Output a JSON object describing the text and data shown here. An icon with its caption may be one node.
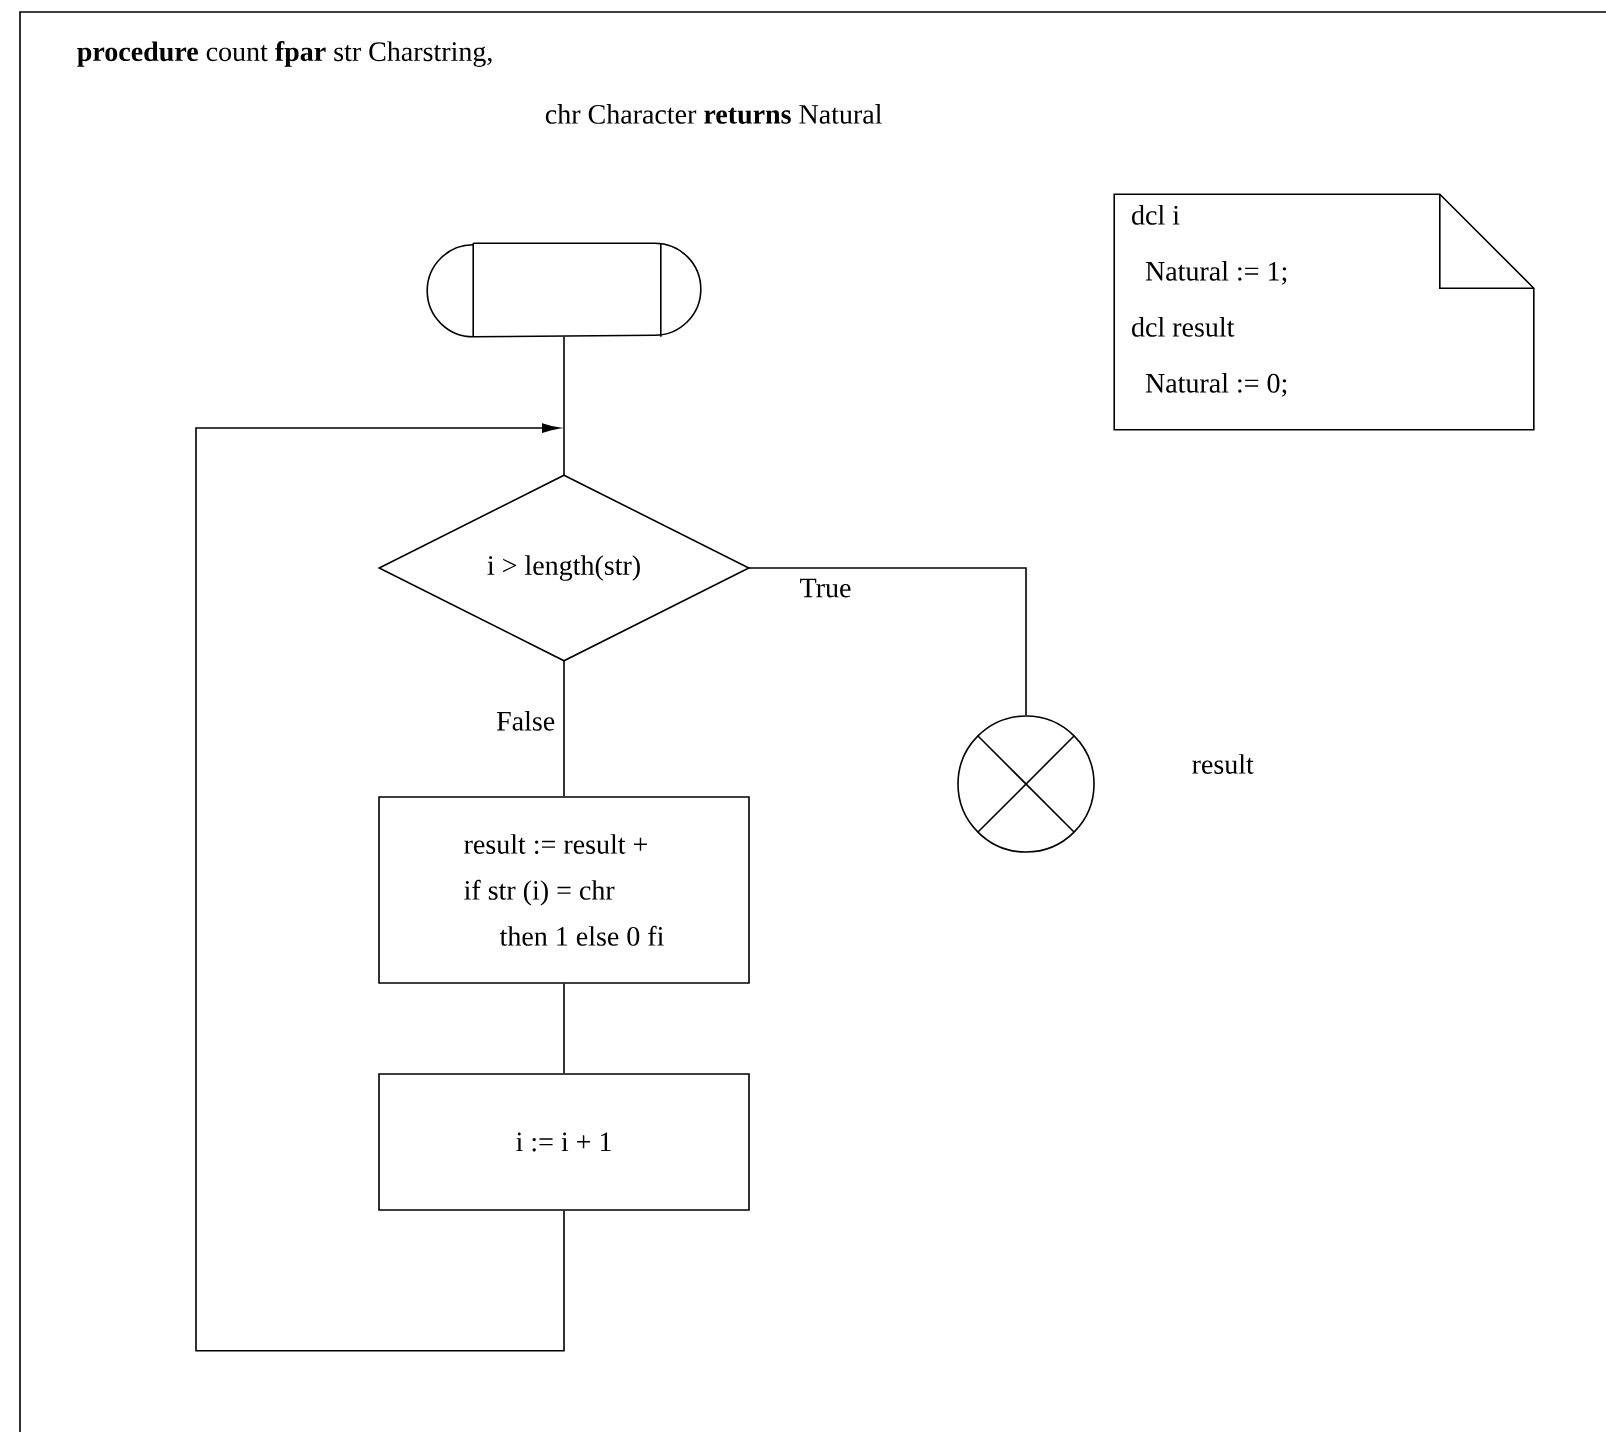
{
  "diagram": {
    "nodes": [
      {
        "text": [],
        "shape": "capsule"
      },
      {
        "text": [
          "dcl i",
          "Natural := 1;",
          "dcl result",
          "Natural := 0;"
        ]
      },
      {
        "text": [
          "i > length(str)"
        ]
      },
      {
        "text": [
          "result := result +",
          "if str (i) = chr",
          "then 1 else 0 fi"
        ]
      },
      {
        "text": [
          "i := i + 1"
        ]
      },
      {
        "text": [],
        "shape": "circle",
        "beside": [
          "result"
        ]
      }
    ],
    "edges": [
      {
        "from": 0,
        "to": 2,
        "arrow": "none"
      },
      {
        "from": 2,
        "to": 5,
        "arrow": "none",
        "label": "True"
      },
      {
        "from": 2,
        "to": 3,
        "arrow": "none",
        "label": "False"
      },
      {
        "from": 3,
        "to": 4,
        "arrow": "none"
      },
      {
        "from": 4,
        "to": 2,
        "arrow": "to"
      }
    ],
    "labels": [
      "**procedure** count **fpar** str Charstring,",
      "chr Character **returns** Natural"
    ]
  }
}
